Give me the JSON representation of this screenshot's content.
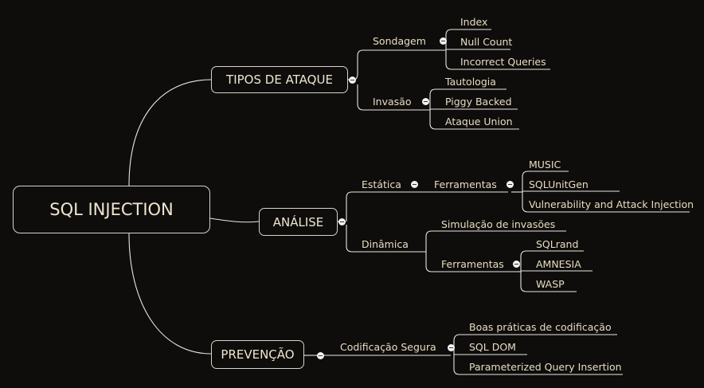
{
  "root": {
    "label": "SQL INJECTION"
  },
  "branches": {
    "tipos": {
      "label": "TIPOS DE ATAQUE",
      "sondagem": {
        "label": "Sondagem",
        "items": [
          "Index",
          "Null Count",
          "Incorrect Queries"
        ]
      },
      "invasao": {
        "label": "Invasão",
        "items": [
          "Tautologia",
          "Piggy Backed",
          "Ataque Union"
        ]
      }
    },
    "analise": {
      "label": "ANÁLISE",
      "estatica": {
        "label": "Estática",
        "ferramentas": {
          "label": "Ferramentas",
          "items": [
            "MUSIC",
            "SQLUnitGen",
            "Vulnerability and Attack Injection"
          ]
        }
      },
      "dinamica": {
        "label": "Dinâmica",
        "simulacao": "Simulação de invasões",
        "ferramentas": {
          "label": "Ferramentas",
          "items": [
            "SQLrand",
            "AMNESIA",
            "WASP"
          ]
        }
      }
    },
    "prevencao": {
      "label": "PREVENÇÃO",
      "codificacao": {
        "label": "Codificação Segura",
        "items": [
          "Boas práticas de codificação",
          "SQL DOM",
          "Parameterized Query Insertion"
        ]
      }
    }
  }
}
